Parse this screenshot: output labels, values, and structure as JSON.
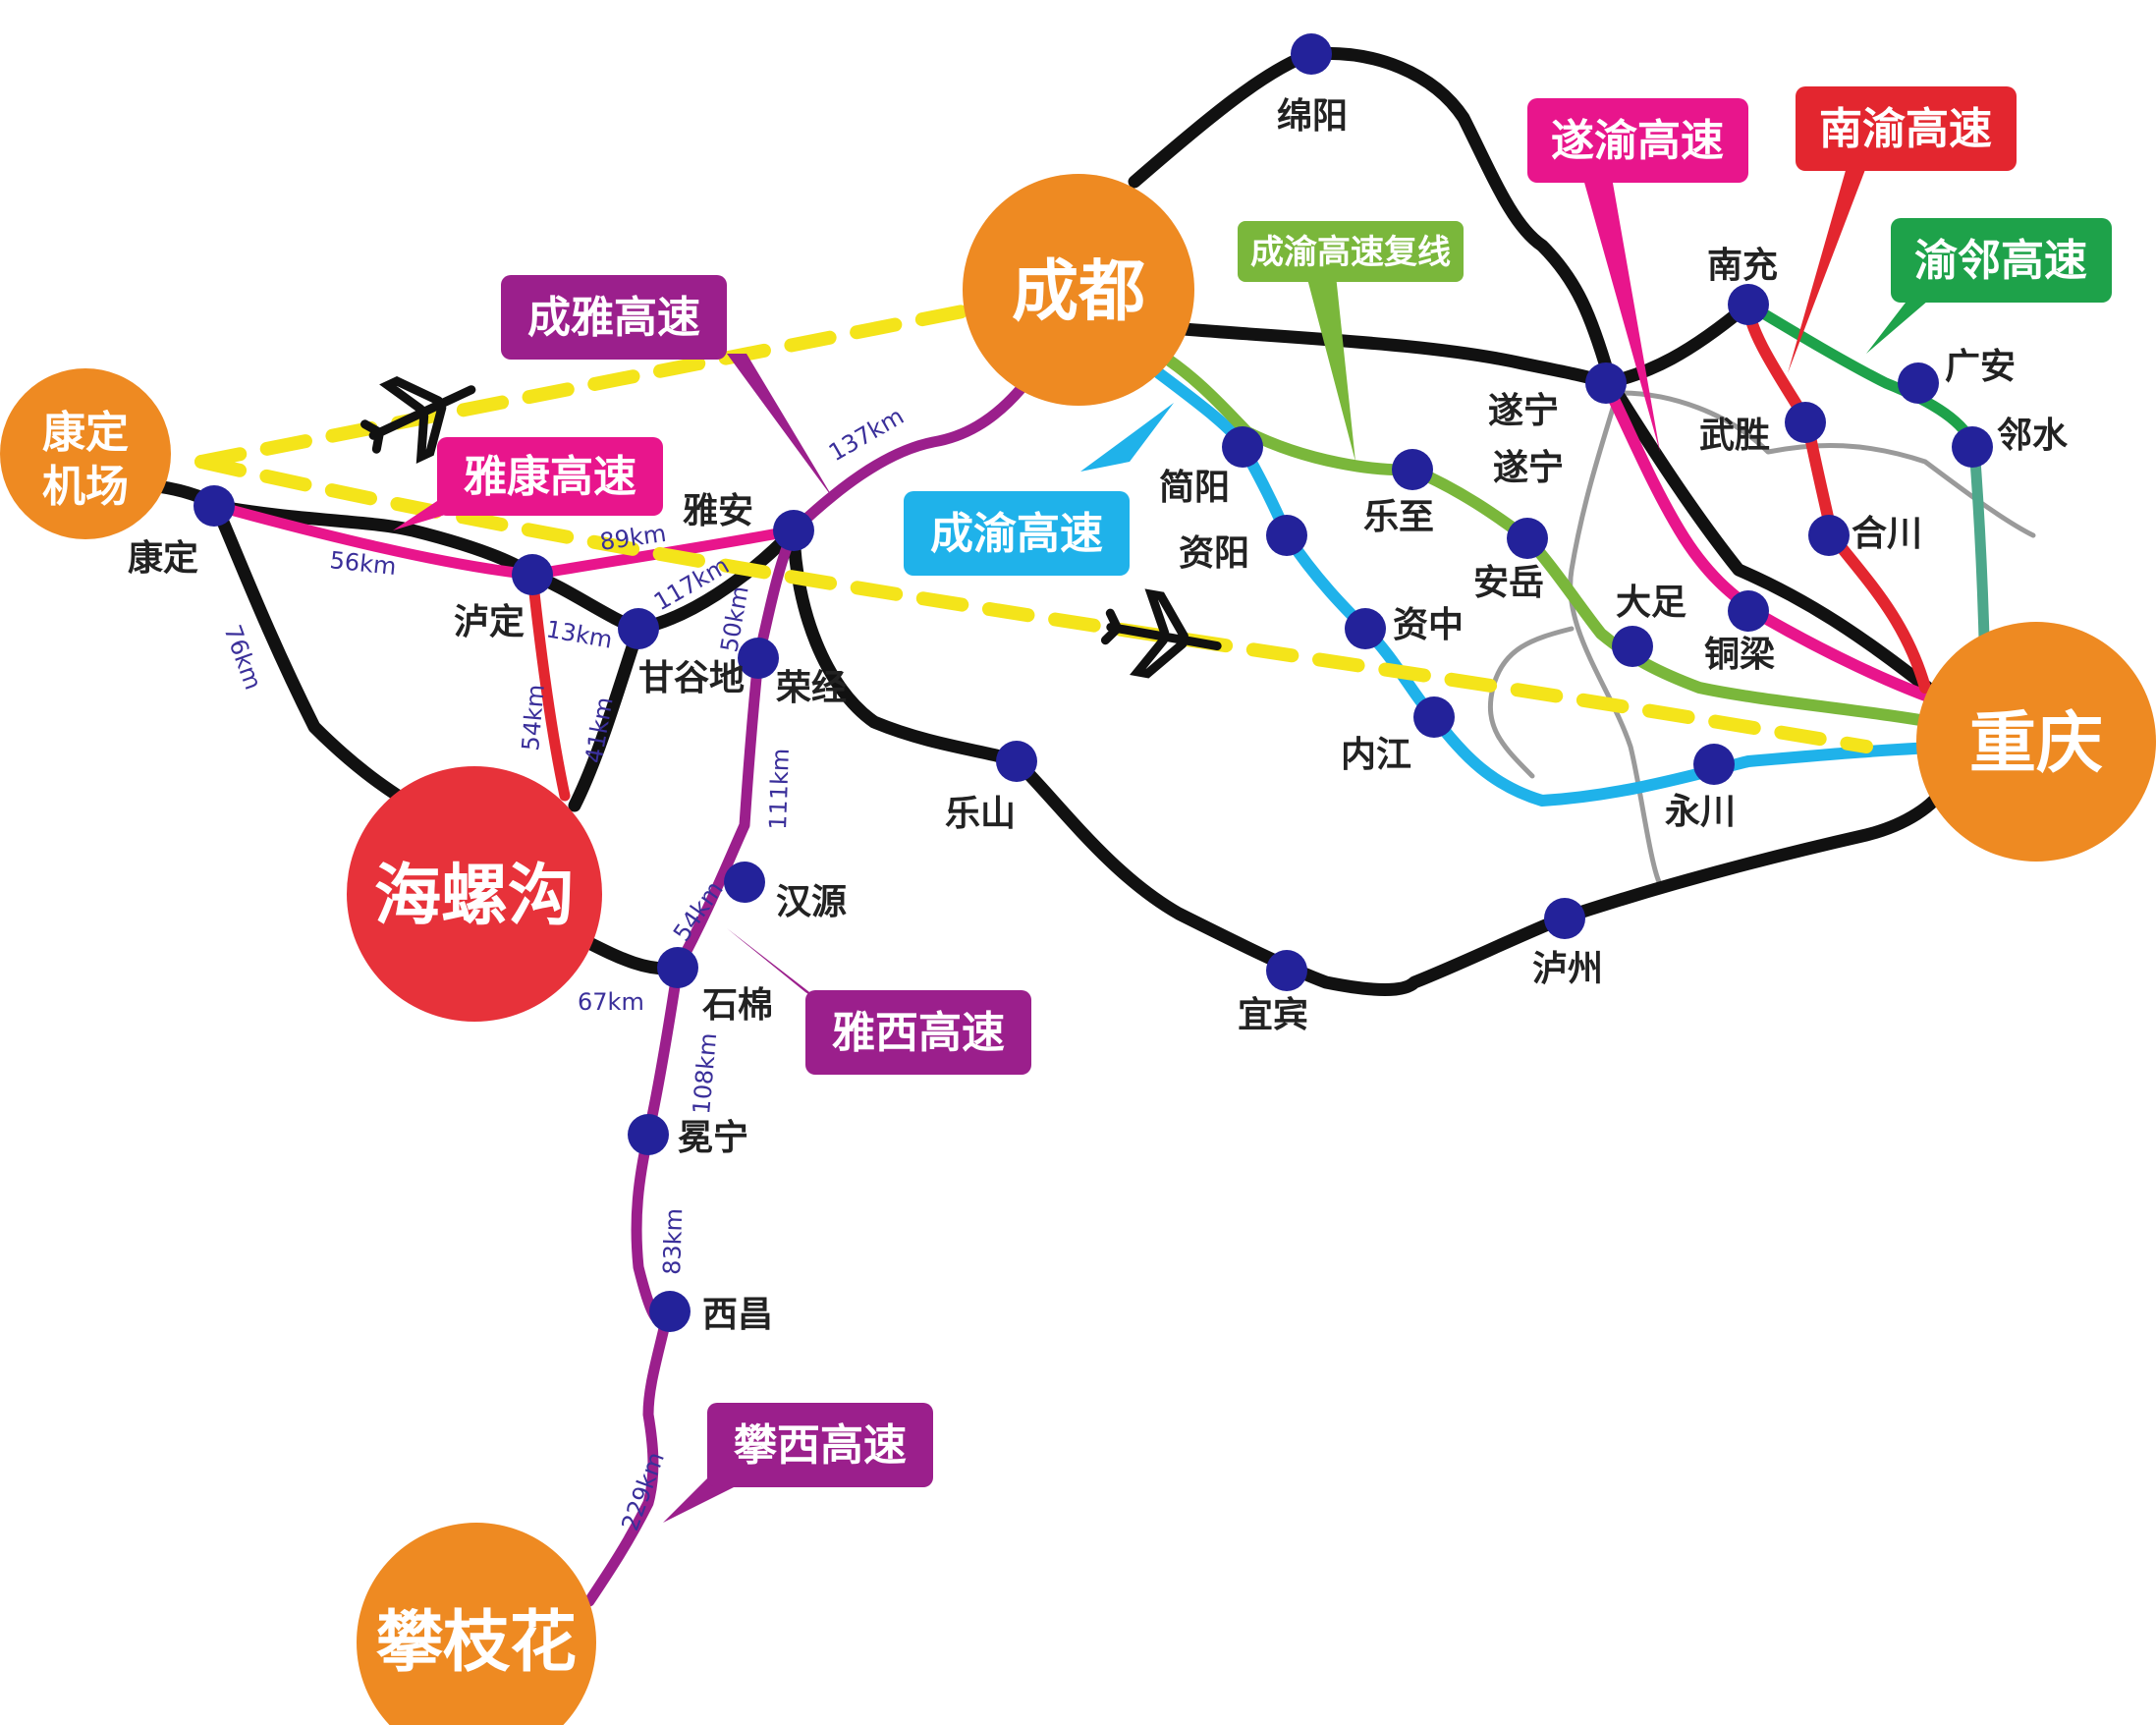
{
  "colors": {
    "black_road": "#111111",
    "gray_road": "#9a9a9a",
    "magenta": "#e8158c",
    "purple": "#9b1f8c",
    "red": "#e3262f",
    "green": "#7ab73b",
    "dark_green": "#1ea24a",
    "cyan": "#1fb2ea",
    "teal": "#4da78b",
    "flight_dash": "#f4e41a",
    "hub_orange": "#ee8a22",
    "hub_red": "#e7323a",
    "node": "#23229a"
  },
  "hubs": {
    "chengdu": "成都",
    "chongqing": "重庆",
    "hailuogou": "海螺沟",
    "panzhihua": "攀枝花",
    "kangding_airport_line1": "康定",
    "kangding_airport_line2": "机场"
  },
  "cities": {
    "kangding": "康定",
    "luding": "泸定",
    "yaan": "雅安",
    "ganguodi": "甘谷地",
    "rongjing": "荣经",
    "hanyuan": "汉源",
    "shimian": "石棉",
    "mianning": "冕宁",
    "xichang": "西昌",
    "leshan": "乐山",
    "yibin": "宜宾",
    "luzhou": "泸州",
    "mianyang": "绵阳",
    "jianyang": "简阳",
    "ziyang": "资阳",
    "zizhong": "资中",
    "neijiang": "内江",
    "lezhi": "乐至",
    "anyue": "安岳",
    "suining_1": "遂宁",
    "suining_2": "遂宁",
    "dazu": "大足",
    "yongchuan": "永川",
    "tongliang": "铜梁",
    "nanchong": "南充",
    "wusheng": "武胜",
    "hechuan": "合川",
    "guangan": "广安",
    "linshui": "邻水"
  },
  "distances": {
    "chengdu_yaan": "137km",
    "luding_yaan": "89km",
    "kangding_luding": "56km",
    "kangding_hailuogou": "76km",
    "yaan_ganguodi": "117km",
    "luding_ganguodi": "13km",
    "luding_hailuogou": "54km",
    "ganguodi_hailuogou": "41km",
    "yaan_rongjing": "50km",
    "rongjing_hanyuan": "111km",
    "hanyuan_shimian": "54km",
    "hailuogou_shimian": "67km",
    "shimian_mianning": "108km",
    "mianning_xichang": "83km",
    "xichang_panzhihua": "229km"
  },
  "callouts": {
    "chengya": "成雅高速",
    "yakang": "雅康高速",
    "yaxi": "雅西高速",
    "panxi": "攀西高速",
    "chengyu": "成渝高速",
    "chengyu_fuxian": "成渝高速复线",
    "suiyu": "遂渝高速",
    "nanyu": "南渝高速",
    "yulin": "渝邻高速"
  }
}
